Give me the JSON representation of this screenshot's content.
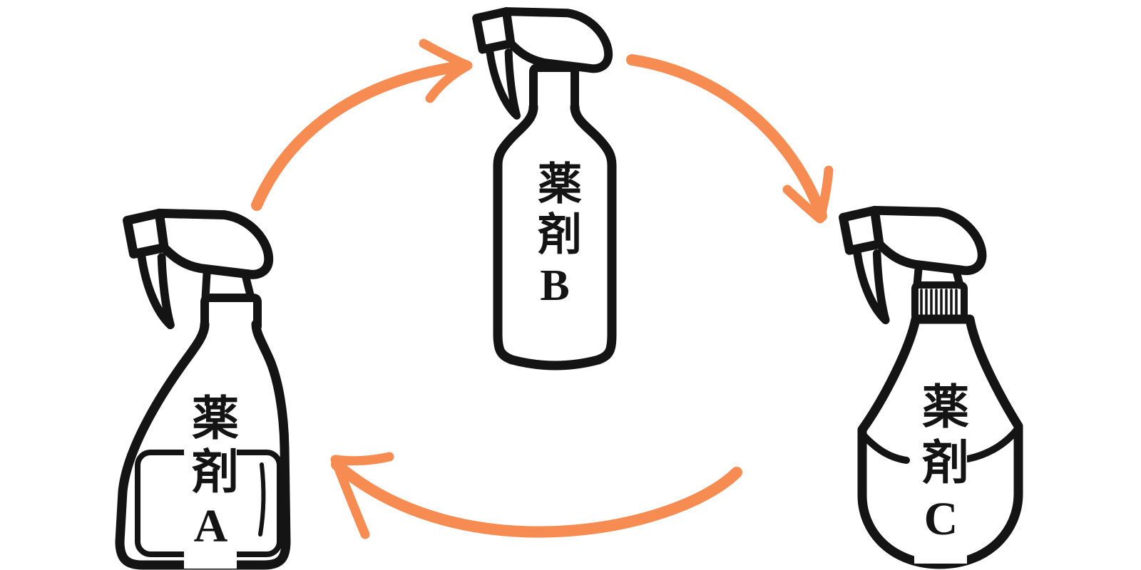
{
  "diagram": {
    "type": "cycle",
    "items": [
      {
        "id": "A",
        "label": "薬剤A",
        "position": "bottom-left"
      },
      {
        "id": "B",
        "label": "薬剤B",
        "position": "top-center"
      },
      {
        "id": "C",
        "label": "薬剤C",
        "position": "right"
      }
    ],
    "arrows": [
      {
        "from": "薬剤A",
        "to": "薬剤B",
        "direction": "clockwise"
      },
      {
        "from": "薬剤B",
        "to": "薬剤C",
        "direction": "clockwise"
      },
      {
        "from": "薬剤C",
        "to": "薬剤A",
        "direction": "clockwise"
      }
    ]
  },
  "colors": {
    "background": "#FFFFFF",
    "arrow_orange": "#F68C52",
    "outline_black": "#141414",
    "label_text": "#141414"
  }
}
